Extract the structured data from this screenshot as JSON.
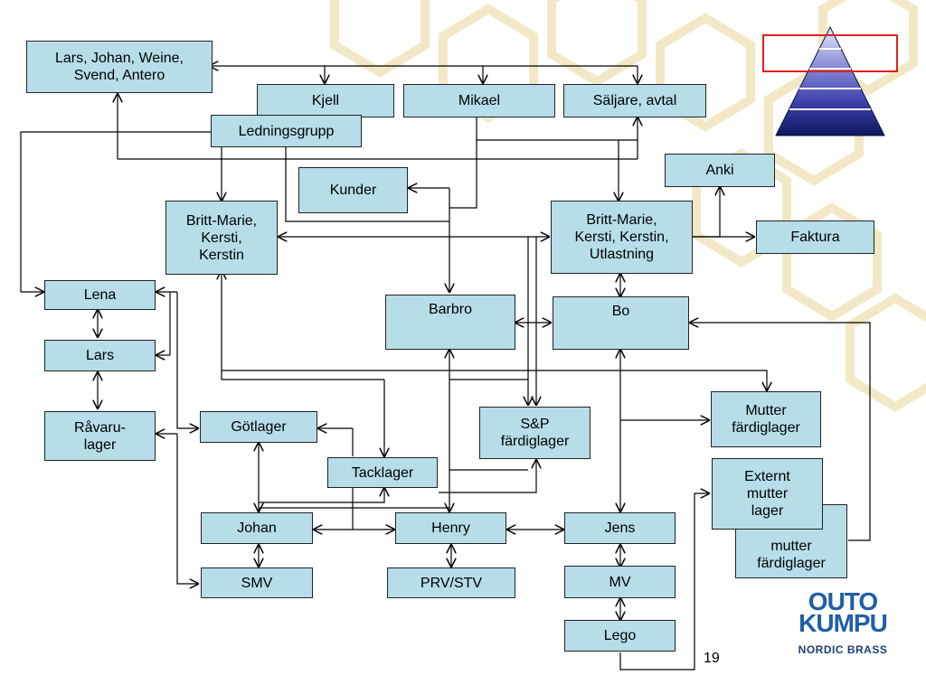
{
  "nodes": {
    "lars_johan": "Lars, Johan, Weine,\nSvend, Antero",
    "kjell": "Kjell",
    "mikael": "Mikael",
    "saljare": "Säljare, avtal",
    "ledningsgrupp": "Ledningsgrupp",
    "kunder": "Kunder",
    "anki": "Anki",
    "faktura": "Faktura",
    "britt_left": "Britt-Marie,\nKersti,\nKerstin",
    "britt_right": "Britt-Marie,\nKersti, Kerstin,\nUtlastning",
    "lena": "Lena",
    "lars": "Lars",
    "ravarulager": "Råvaru-\nlager",
    "barbro": "Barbro",
    "bo": "Bo",
    "gotlager": "Götlager",
    "sp_fardiglager": "S&P\nfärdiglager",
    "mutter_fardiglager_top": "Mutter\nfärdiglager",
    "tacklager": "Tacklager",
    "externt_mutter_lager": "Externt\nmutter\nlager",
    "mutter_fardiglager_back": "mutter\nfärdiglager",
    "johan": "Johan",
    "henry": "Henry",
    "jens": "Jens",
    "smv": "SMV",
    "prv_stv": "PRV/STV",
    "mv": "MV",
    "lego": "Lego"
  },
  "logo": {
    "line1": "OUTO",
    "line2": "KUMPU",
    "line3": "NORDIC BRASS"
  },
  "page_number": "19",
  "colors": {
    "box_fill": "#b7dde8",
    "line": "#000000",
    "pyramid_highlight": "#e02020",
    "logo_blue": "#1f5fa8",
    "background_pattern": "#efe3b8"
  }
}
